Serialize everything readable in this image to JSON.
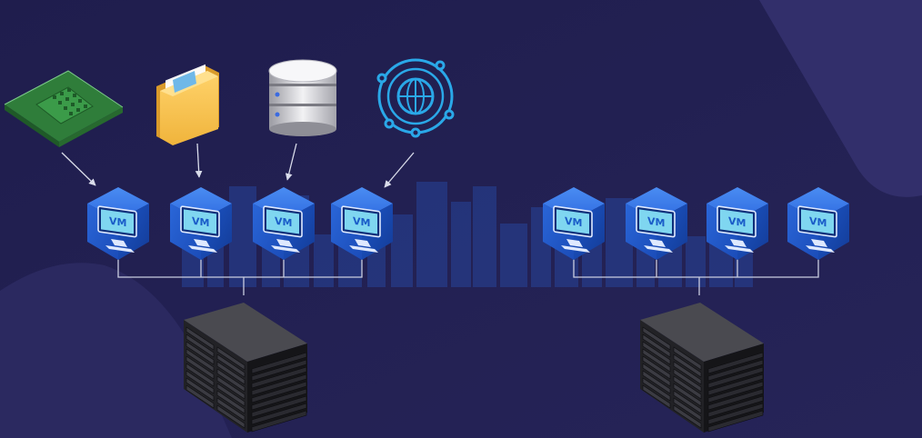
{
  "resources": [
    {
      "id": "cpu",
      "icon": "cpu-chip-icon"
    },
    {
      "id": "folder",
      "icon": "folder-icon"
    },
    {
      "id": "database",
      "icon": "database-icon"
    },
    {
      "id": "network",
      "icon": "network-globe-icon"
    }
  ],
  "vm_label": "VM",
  "vm_groups": [
    {
      "name": "left",
      "count": 4
    },
    {
      "name": "right",
      "count": 4
    }
  ],
  "colors": {
    "background": "#232152",
    "background_light": "#2e2c63",
    "vm_cube_top": "#3d7be6",
    "vm_cube_left": "#1f52c2",
    "vm_cube_right": "#163f9e",
    "monitor_screen": "#7fd6f0",
    "connector_line": "#c9cde0",
    "server_rack": "#2a2a2e",
    "skyline": "#2b4a9a"
  }
}
